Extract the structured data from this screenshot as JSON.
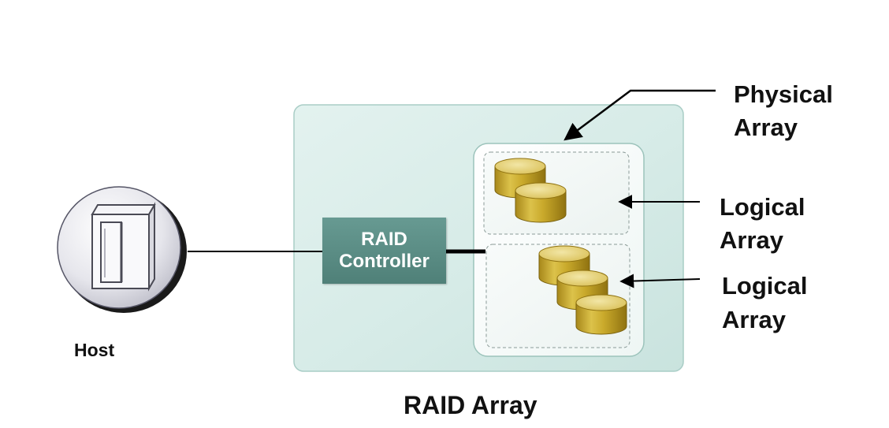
{
  "diagram": {
    "title": "RAID Array",
    "host_label": "Host",
    "controller": {
      "line1": "RAID",
      "line2": "Controller"
    },
    "physical_array": {
      "line1": "Physical",
      "line2": "Array"
    },
    "logical_array_1": {
      "line1": "Logical",
      "line2": "Array"
    },
    "logical_array_2": {
      "line1": "Logical",
      "line2": "Array"
    },
    "disk_icon": "disk-cylinder-icon",
    "host_icon": "server-icon",
    "colors": {
      "raid_panel": "#d7ece8",
      "raid_panel_border": "#a9cdc6",
      "controller": "#5e8f88",
      "disk": "#c8a72c",
      "disk_top": "#e7d479",
      "arrow": "#000000"
    }
  }
}
